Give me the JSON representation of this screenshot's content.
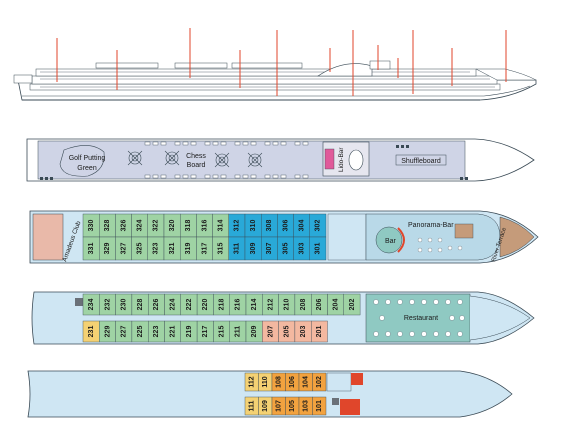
{
  "colors": {
    "hull": "#cfe6f3",
    "hull_stroke": "#3a4a55",
    "sun_deck": "#cfd4e6",
    "cabin_blue": "#8fd0e8",
    "cabin_blue_dark": "#29a9d8",
    "cabin_green": "#9fd3a4",
    "cabin_yellow": "#f4d173",
    "cabin_orange": "#f2a23f",
    "cabin_salmon": "#f3b8a0",
    "public_pink": "#e9b9a9",
    "bar_teal": "#8fc9c2",
    "wood": "#c59b7a",
    "red_marker": "#e0462b"
  },
  "sun_deck": {
    "golf_label": "Golf Putting Green",
    "chess_label": "Chess Board",
    "shuffle_label": "Shuffleboard",
    "lido_label": "Lido-Bar"
  },
  "upper_deck": {
    "amadeus_label": "Amadeus Club",
    "panorama_label": "Panorama-Bar",
    "bar_label": "Bar",
    "terrace_label": "River Terrace",
    "top_row": [
      "330",
      "328",
      "326",
      "324",
      "322",
      "320",
      "318",
      "316",
      "314",
      "312",
      "310",
      "308",
      "306",
      "304",
      "302"
    ],
    "bottom_row": [
      "331",
      "329",
      "327",
      "325",
      "323",
      "321",
      "319",
      "317",
      "315",
      "311",
      "309",
      "307",
      "305",
      "303",
      "301"
    ]
  },
  "main_deck": {
    "restaurant_label": "Restaurant",
    "top_row": [
      "234",
      "232",
      "230",
      "228",
      "226",
      "224",
      "222",
      "220",
      "218",
      "216",
      "214",
      "212",
      "210",
      "208",
      "206",
      "204",
      "202"
    ],
    "bottom_row": [
      "231",
      "229",
      "227",
      "225",
      "223",
      "221",
      "219",
      "217",
      "215",
      "211",
      "209",
      "207",
      "205",
      "203",
      "201"
    ]
  },
  "lower_deck": {
    "top_row": [
      "112",
      "110",
      "108",
      "106",
      "104",
      "102"
    ],
    "bottom_row": [
      "111",
      "109",
      "107",
      "105",
      "103",
      "101"
    ]
  }
}
